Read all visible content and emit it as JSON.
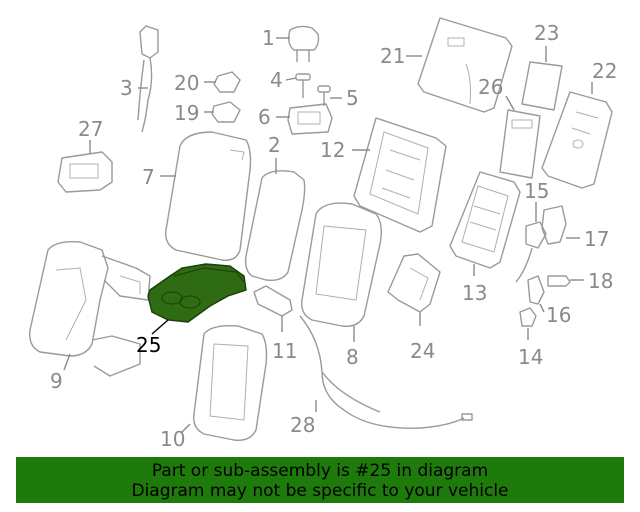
{
  "callouts": {
    "c1": "1",
    "c2": "2",
    "c3": "3",
    "c4": "4",
    "c5": "5",
    "c6": "6",
    "c7": "7",
    "c8": "8",
    "c9": "9",
    "c10": "10",
    "c11": "11",
    "c12": "12",
    "c13": "13",
    "c14": "14",
    "c15": "15",
    "c16": "16",
    "c17": "17",
    "c18": "18",
    "c19": "19",
    "c20": "20",
    "c21": "21",
    "c22": "22",
    "c23": "23",
    "c24": "24",
    "c25": "25",
    "c26": "26",
    "c27": "27",
    "c28": "28"
  },
  "highlight_color": "#2e6b12",
  "banner": {
    "line1": "Part or sub-assembly is #25 in diagram",
    "line2": "Diagram may not be specific to your vehicle",
    "background": "#1f7a0c"
  }
}
